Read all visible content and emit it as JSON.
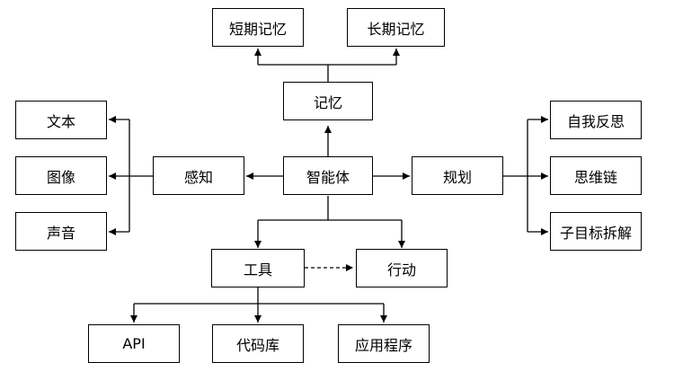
{
  "nodes": {
    "short_term_memory": "短期记忆",
    "long_term_memory": "长期记忆",
    "memory": "记忆",
    "text": "文本",
    "image": "图像",
    "audio": "声音",
    "perception": "感知",
    "agent": "智能体",
    "planning": "规划",
    "self_reflection": "自我反思",
    "chain_of_thought": "思维链",
    "subgoal_decomposition": "子目标拆解",
    "tools": "工具",
    "action": "行动",
    "api": "API",
    "code_library": "代码库",
    "application": "应用程序"
  }
}
